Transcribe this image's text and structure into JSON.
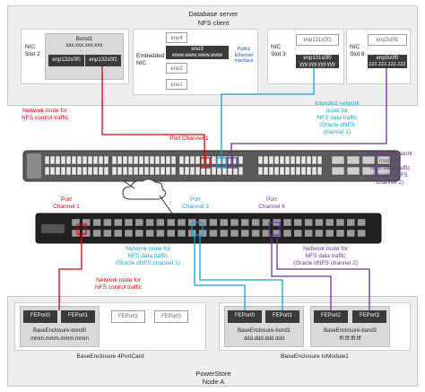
{
  "server": {
    "title": "Database server",
    "subtitle": "NFS client",
    "nic2_label": "NIC\nSlot 2",
    "bond_label": "Bond1",
    "bond_ip": "xxx.xxx.xxx.xxx",
    "nic2_port_a": "enp132s0f0",
    "nic2_port_b": "enp132s0f1",
    "embedded_label": "Embedded\nNIC",
    "eno4": "eno4",
    "eno3": "eno3",
    "eno3_ip": "www.www.www.www",
    "eno2": "eno2",
    "eno1": "eno1",
    "public_label": "Public\nEthernet\nInterface",
    "nic3_label": "NIC\nSlot 3",
    "nic3_port_top": "enp131s0f1",
    "nic3_port_main": "enp131s0f0",
    "nic3_ip": "yyy.yyy.yyy.yyy",
    "nic6_label": "NIC\nSlot 6",
    "nic6_port_top": "enp3s0f1",
    "nic6_port_main": "enp3s0f0",
    "nic6_ip": "zzz.zzz.zzz.zzz"
  },
  "labels": {
    "route_control_top": "Network route for\nNFS control traffic",
    "port_channel_1_top": "Port Channel 1",
    "intended_ch1": "Intended network\nroute for\nNFS data traffic\n(Oracle dNFS\nchannel 1)",
    "intended_ch2": "Intended network\nroute for\nNFS data traffic\n(Oracle dNFS\nchannel 2)",
    "port_channel_1": "Port\nChannel 1",
    "port_channel_3": "Port\nChannel 3",
    "port_channel_6": "Port\nChannel 6",
    "route_ch1": "Network route for\nNFS data traffic\n(Oracle dNFS channel 1)",
    "route_ch2": "Network route for\nNFS data traffic\n(Oracle dNFS channel 2)",
    "route_control_bottom": "Network route for\nNFS control traffic"
  },
  "storage": {
    "title": "PowerStore",
    "subtitle": "Node A",
    "card4_label": "BaseEnclosure 4PortCard",
    "card4_ports": [
      "FEPort0",
      "FEPort1",
      "FEPort2",
      "FEPort3"
    ],
    "bond0_name": "BaseEnclosure-bond0",
    "bond0_ip": "mmm.mmm.mmm.mmm",
    "io_label": "BaseEnclosure IoModule1",
    "bond1_ports": [
      "FEPort0",
      "FEPort1"
    ],
    "bond1_name": "BaseEnclosure-bond1",
    "bond1_ip": "ddd.ddd.ddd.ddd",
    "bond3_ports": [
      "FEPort2",
      "FEPort3"
    ],
    "bond3_name": "BaseEnclosure-bond3",
    "bond3_ip": "fff.fff.fff.fff"
  },
  "colors": {
    "control": "#e00000",
    "channel1": "#17a2d6",
    "channel2": "#7030a0"
  }
}
